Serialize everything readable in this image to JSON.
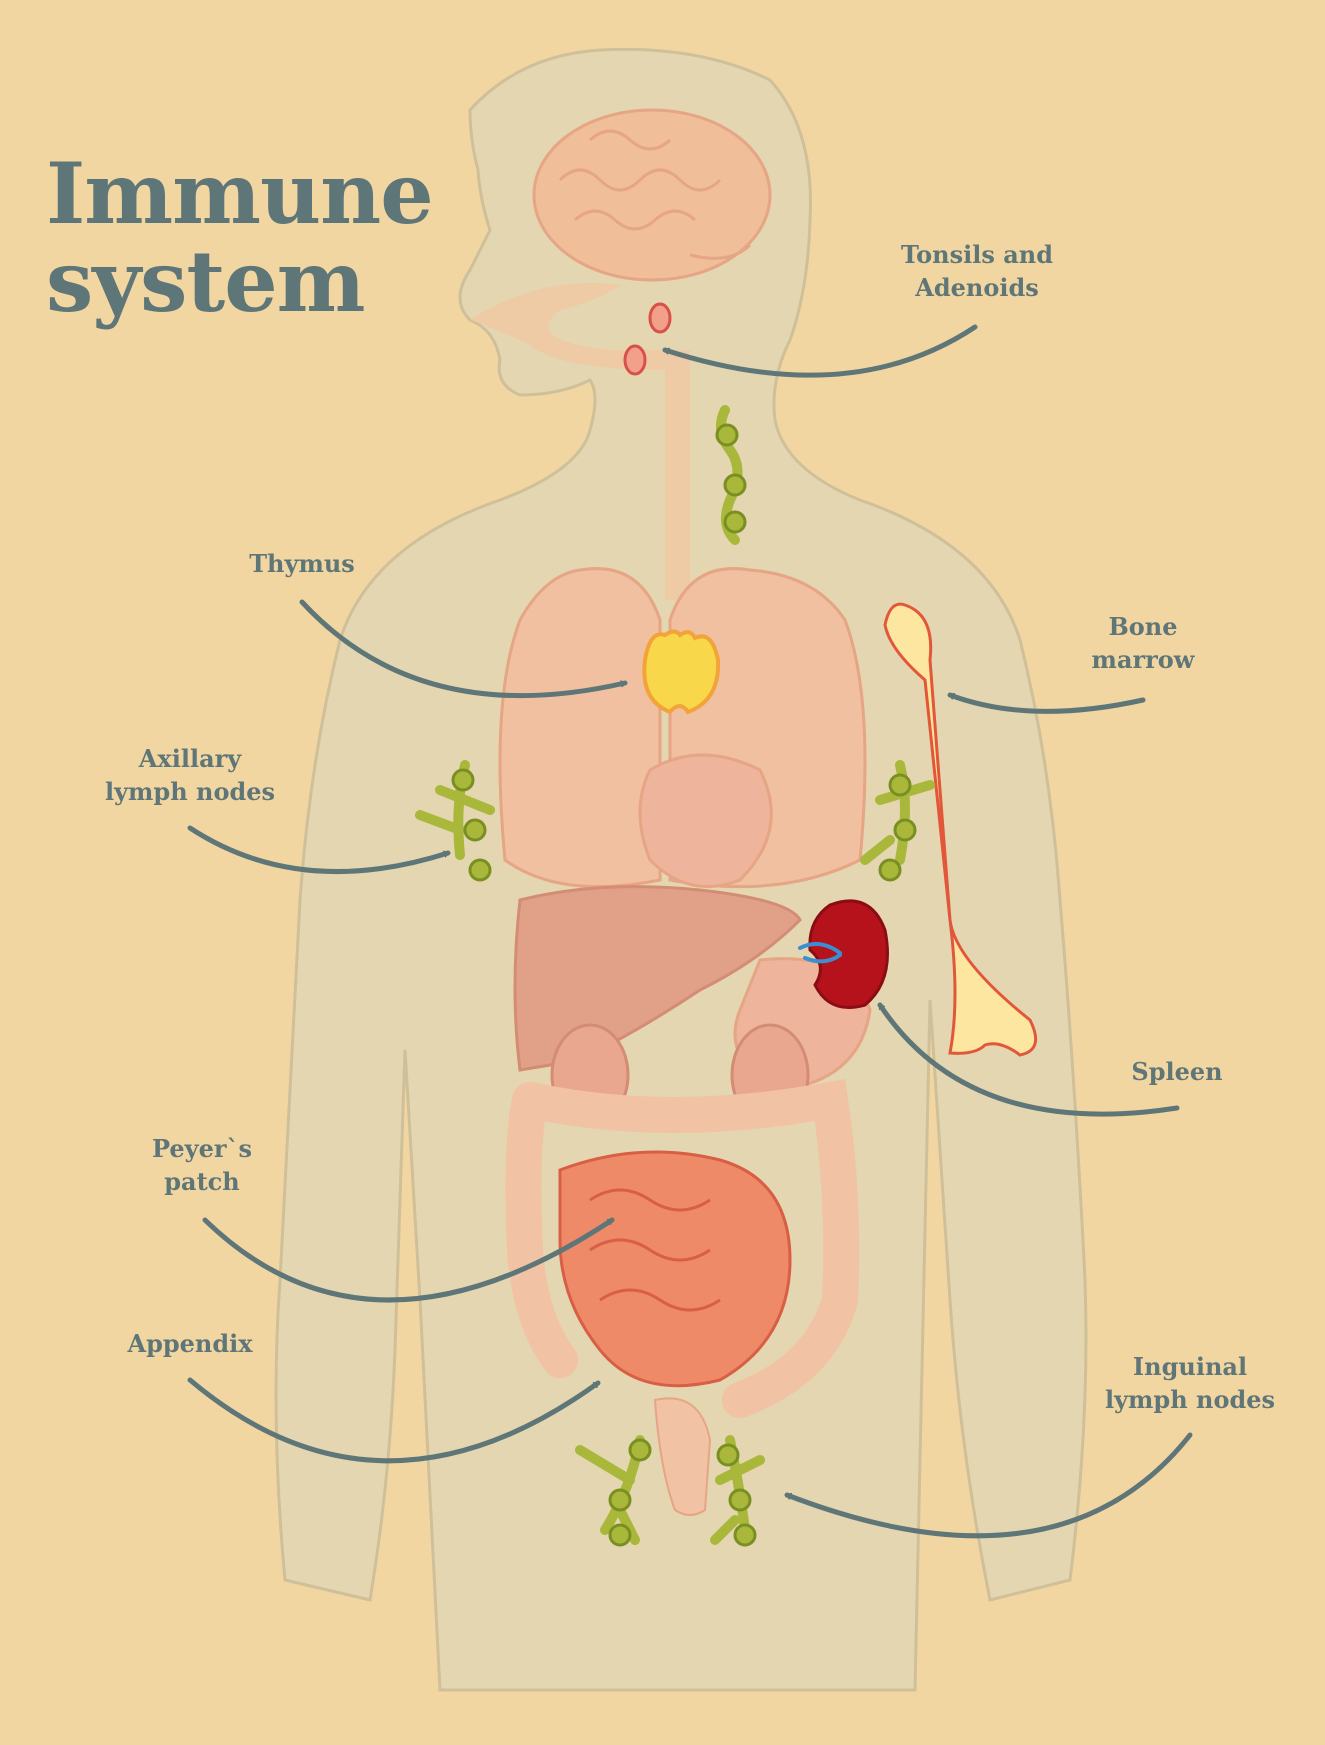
{
  "title": {
    "line1": "Immune",
    "line2": "system"
  },
  "labels": {
    "tonsils": {
      "line1": "Tonsils and",
      "line2": "Adenoids"
    },
    "thymus": {
      "line1": "Thymus"
    },
    "bone_marrow": {
      "line1": "Bone",
      "line2": "marrow"
    },
    "axillary": {
      "line1": "Axillary",
      "line2": "lymph nodes"
    },
    "spleen": {
      "line1": "Spleen"
    },
    "peyers": {
      "line1": "Peyer`s",
      "line2": "patch"
    },
    "appendix": {
      "line1": "Appendix"
    },
    "inguinal": {
      "line1": "Inguinal",
      "line2": "lymph nodes"
    }
  },
  "colors": {
    "background": "#f2d6a2",
    "body_silhouette": "#e3d6b0",
    "label_text": "#5f7678",
    "arrow": "#5f7678",
    "lymph_node": "#a9b83a",
    "spleen": "#b5121b",
    "thymus": "#f8d84a",
    "bone": "#fde7a0",
    "intestine": "#ef8a68"
  }
}
